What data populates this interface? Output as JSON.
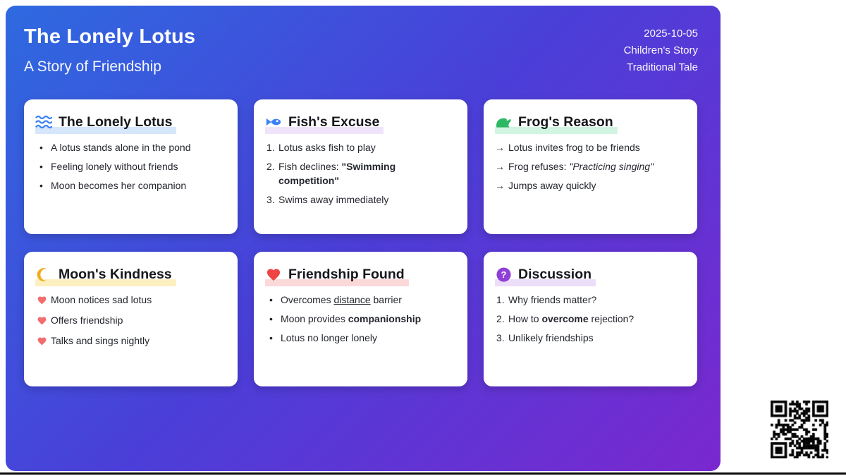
{
  "header": {
    "title": "The Lonely Lotus",
    "subtitle": "A Story of Friendship",
    "meta": [
      "2025-10-05",
      "Children's Story",
      "Traditional Tale"
    ]
  },
  "colors": {
    "gradient_start": "#2e6ae0",
    "gradient_end": "#7a28cf",
    "card_bg": "#ffffff",
    "body_text": "#24272e",
    "title_text": "#15171c"
  },
  "cards": [
    {
      "title": "The Lonely Lotus",
      "icon": "waves-icon",
      "icon_color": "#3b82f6",
      "highlight": "#d6e6fb",
      "list_type": "bullet",
      "items": [
        [
          {
            "text": "A lotus stands alone in the pond"
          }
        ],
        [
          {
            "text": "Feeling lonely without friends"
          }
        ],
        [
          {
            "text": "Moon becomes her companion"
          }
        ]
      ]
    },
    {
      "title": "Fish's Excuse",
      "icon": "fish-icon",
      "icon_color": "#3b82f6",
      "highlight": "#f0e4fa",
      "list_type": "number",
      "items": [
        [
          {
            "text": "Lotus asks fish to play"
          }
        ],
        [
          {
            "text": "Fish declines: "
          },
          {
            "text": "\"Swimming competition\"",
            "style": "bold"
          }
        ],
        [
          {
            "text": "Swims away immediately"
          }
        ]
      ]
    },
    {
      "title": "Frog's Reason",
      "icon": "frog-icon",
      "icon_color": "#2eb864",
      "highlight": "#d2f5e1",
      "list_type": "arrow",
      "items": [
        [
          {
            "text": "Lotus invites frog to be friends"
          }
        ],
        [
          {
            "text": "Frog refuses: "
          },
          {
            "text": "\"Practicing singing\"",
            "style": "italic"
          }
        ],
        [
          {
            "text": "Jumps away quickly"
          }
        ]
      ]
    },
    {
      "title": "Moon's Kindness",
      "icon": "moon-icon",
      "icon_color": "#f0ad1e",
      "highlight": "#fdf0c0",
      "list_type": "heart",
      "items": [
        [
          {
            "text": "Moon notices sad lotus"
          }
        ],
        [
          {
            "text": "Offers friendship"
          }
        ],
        [
          {
            "text": "Talks and sings nightly"
          }
        ]
      ]
    },
    {
      "title": "Friendship Found",
      "icon": "heart-icon",
      "icon_color": "#ef4444",
      "highlight": "#fcd9d9",
      "list_type": "bullet",
      "items": [
        [
          {
            "text": "Overcomes "
          },
          {
            "text": "distance",
            "style": "underline"
          },
          {
            "text": " barrier"
          }
        ],
        [
          {
            "text": "Moon provides "
          },
          {
            "text": "companionship",
            "style": "bold"
          }
        ],
        [
          {
            "text": "Lotus no longer lonely"
          }
        ]
      ]
    },
    {
      "title": "Discussion",
      "icon": "question-icon",
      "icon_color": "#8f3fd6",
      "highlight": "#ecddf8",
      "list_type": "number",
      "items": [
        [
          {
            "text": "Why friends matter?"
          }
        ],
        [
          {
            "text": "How to "
          },
          {
            "text": "overcome",
            "style": "bold"
          },
          {
            "text": " rejection?"
          }
        ],
        [
          {
            "text": "Unlikely friendships"
          }
        ]
      ]
    }
  ],
  "markers": {
    "bullet": "•",
    "arrow": "→",
    "number_suffix": "."
  },
  "qr_code": "qr-code"
}
